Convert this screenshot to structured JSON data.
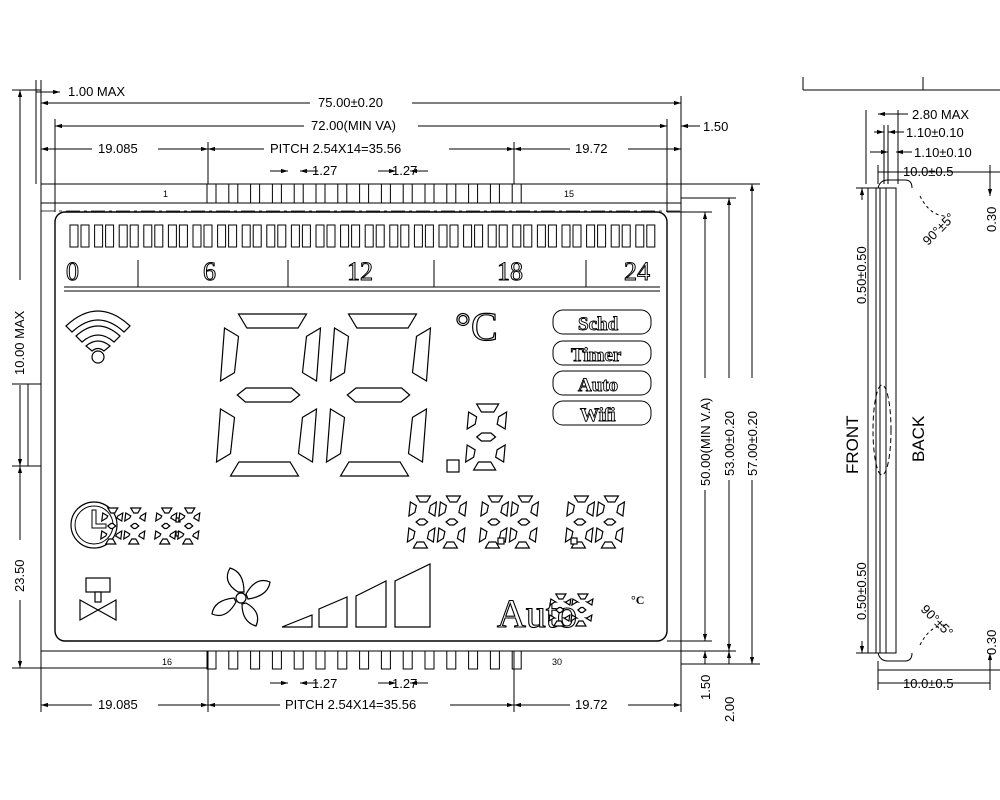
{
  "dimensions": {
    "max_1": "1.00 MAX",
    "overall_width": "75.00±0.20",
    "min_va_width": "72.00(MIN VA)",
    "right_gap": "1.50",
    "left_offset": "19.085",
    "pitch": "PITCH 2.54X14=35.56",
    "right_offset": "19.72",
    "pin_spacing": "1.27",
    "height_max": "10.00 MAX",
    "lower_height": "23.50",
    "min_va_height": "50.00(MIN V.A)",
    "height_53": "53.00±0.20",
    "height_57": "57.00±0.20",
    "bottom_gap": "1.50",
    "bottom_2": "2.00"
  },
  "pins": {
    "top_first": "1",
    "top_last": "15",
    "bottom_first": "16",
    "bottom_last": "30"
  },
  "side_view": {
    "max_280": "2.80 MAX",
    "t110a": "1.10±0.10",
    "t110b": "1.10±0.10",
    "w10_top": "10.0±0.5",
    "w10_bottom": "10.0±0.5",
    "angle_top": "90°±5°",
    "angle_bottom": "90°±5°",
    "gap_030_top": "0.30",
    "gap_030_bottom": "0.30",
    "gap_050_top": "0.50±0.50",
    "gap_050_bottom": "0.50±0.50",
    "front": "FRONT",
    "back": "BACK"
  },
  "lcd": {
    "axis_labels": [
      "0",
      "6",
      "12",
      "18",
      "24"
    ],
    "unit": "°C",
    "mode_labels": [
      "Schd",
      "Timer",
      "Auto",
      "Wifi"
    ],
    "auto_label": "Auto",
    "small_unit": "°C",
    "icons": [
      "wifi-icon",
      "clock-icon",
      "valve-icon",
      "fan-icon",
      "signal-bars-icon"
    ]
  }
}
